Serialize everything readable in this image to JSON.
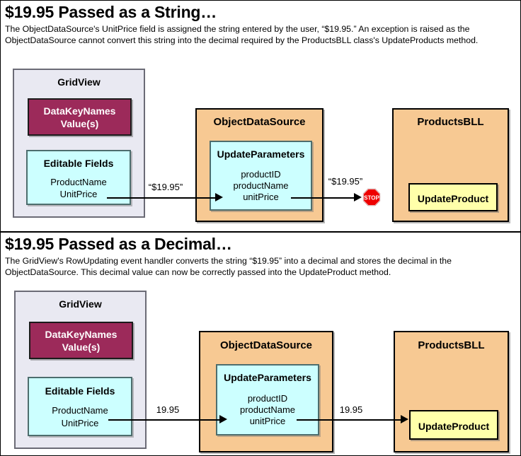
{
  "sections": [
    {
      "title": "$19.95 Passed as a String…",
      "description": "The ObjectDataSource's UnitPrice field is assigned the string entered by the user, “$19.95.” An exception is raised as the ObjectDataSource cannot convert this string into the decimal required by the ProductsBLL class's UpdateProducts method.",
      "gridview": {
        "title": "GridView",
        "datakey_box": {
          "line1": "DataKeyNames",
          "line2": "Value(s)"
        },
        "editable_box": {
          "title": "Editable Fields",
          "fields": [
            "ProductName",
            "UnitPrice"
          ]
        }
      },
      "objectdatasource": {
        "title": "ObjectDataSource",
        "update_parameters": {
          "title": "UpdateParameters",
          "parameters": [
            "productID",
            "productName",
            "unitPrice"
          ]
        }
      },
      "productsbll": {
        "title": "ProductsBLL",
        "method": "UpdateProduct"
      },
      "arrow1_label": "“$19.95”",
      "arrow2_label": "“$19.95”",
      "blocked": true,
      "stop_icon": "stop-sign-icon",
      "stop_text": "STOP"
    },
    {
      "title": "$19.95 Passed as a Decimal…",
      "description": "The GridView's RowUpdating event handler converts the string “$19.95” into a decimal and stores the decimal in the ObjectDataSource. This decimal value can now be correctly passed into the UpdateProduct method.",
      "gridview": {
        "title": "GridView",
        "datakey_box": {
          "line1": "DataKeyNames",
          "line2": "Value(s)"
        },
        "editable_box": {
          "title": "Editable Fields",
          "fields": [
            "ProductName",
            "UnitPrice"
          ]
        }
      },
      "objectdatasource": {
        "title": "ObjectDataSource",
        "update_parameters": {
          "title": "UpdateParameters",
          "parameters": [
            "productID",
            "productName",
            "unitPrice"
          ]
        }
      },
      "productsbll": {
        "title": "ProductsBLL",
        "method": "UpdateProduct"
      },
      "arrow1_label": "19.95",
      "arrow2_label": "19.95",
      "blocked": false
    }
  ],
  "colors": {
    "gridview_fill": "#e9e9f2",
    "datakey_fill": "#9c2a5a",
    "cyan_fill": "#ccffff",
    "orange_fill": "#f7c993",
    "yellow_fill": "#ffffaa",
    "stop_red": "#ee0000",
    "page_bg": "#ffffff",
    "border": "#000000"
  }
}
